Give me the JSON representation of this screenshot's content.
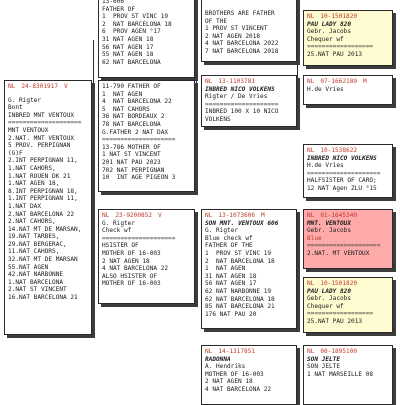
{
  "cards": {
    "top_left": {
      "lines": [
        "13-606",
        "FATHER OF",
        "1  PROV ST VINC 19",
        "2  NAT BARCELONA 18",
        "6  PROV AGEN °17",
        "31 NAT AGEN 18",
        "56 NAT AGEN 17",
        "55 NAT AGEN 18",
        "62 NAT BARCELONA"
      ]
    },
    "top_mid": {
      "lines": [
        "BROTHERS ARE FATHER",
        "OF THE",
        "1 PROV ST VINCENT",
        "2 NAT AGEN 2018",
        "4 NAT BARCELONA 2022",
        "7 NAT BARCELONA 2018"
      ]
    },
    "top_right": {
      "prefix": "NL",
      "ring": "10-1501820",
      "sex": "",
      "name": "PAU LADY 820",
      "lines": [
        "Gebr. Jacobs",
        "Chequer wf"
      ],
      "sep": "==================",
      "results": [
        "25.NAT PAU 2013"
      ]
    },
    "sire_left": {
      "prefix": "NL",
      "ring": "24-8301917",
      "sex": "V",
      "lines": [
        "G. Rigter",
        "Bont",
        "INBRED MNT VENTOUX"
      ],
      "sep": "====================",
      "results": [
        "MNT VENTOUX",
        "2.NAT. MNT VENTOUX",
        "5 PROV. PERPIGNAN",
        "",
        "(G)F",
        "2.INT PERPIGNAN 11,",
        "1.NAT CAHORS,",
        "1.NAT ROUEN DK 21",
        "1.NAT AGEN 18,",
        "8.INT PERPIGNAN 18,",
        "1.INT PERPIGNAN 11,",
        "1.NAT DAX",
        "2.NAT BARCELONA 22",
        "2.NAT CAHORS,",
        "14.NAT MT DE MARSAN,",
        "19.NAT TARBES,",
        "29.NAT BERGERAC,",
        "11.NAT CAHORS,",
        "32.NAT MT DE MARSAN",
        "55.NAT AGEN",
        "42.NAT NARBONNE",
        "1.NAT BARCELONA",
        "2.NAT ST VINCENT",
        "16.NAT BARCELONA 21"
      ]
    },
    "mid_left_upper": {
      "lines": [
        "11-790 FATHER OF",
        "1  NAT AGEN",
        "4  NAT BARCELONA 22",
        "5  NAT CAHORS",
        "36 NAT BORDEAUX 2",
        "78 NAT BARCELONA",
        "G.FATHER 2 NAT DAX"
      ],
      "sep": "====================",
      "results": [
        "13-786 MOTHER OF",
        "1 NAT ST VINCENT",
        "201 NAT PAU 2023",
        "702 NAT PERPIGNAN",
        "10  INT AGE PIGEON 3"
      ]
    },
    "mid_center": {
      "prefix": "NL",
      "ring": "13-1103781",
      "sex": "",
      "name": "INBRED NICO VOLKENS",
      "lines": [
        "Rigter / De Vries"
      ],
      "sep": "====================",
      "results": [
        "INBRED 100 X 10 NICO",
        "VOLKENS"
      ]
    },
    "mid_right_a": {
      "prefix": "NL",
      "ring": "07-1662189",
      "sex": "M",
      "lines": [
        "",
        "H.de Vries"
      ]
    },
    "mid_right_b": {
      "prefix": "NL",
      "ring": "10-1538622",
      "sex": "",
      "name": "INBRED NICO VOLKENS",
      "lines": [
        "H.de Vries"
      ],
      "sep": "====================",
      "results": [
        "HALFSISTER OF CARO;",
        "12 NAT Agen ZLU °15"
      ]
    },
    "dam_left": {
      "prefix": "NL",
      "ring": "23-9200852",
      "sex": "V",
      "lines": [
        "",
        "G. Rigter",
        "Check wf"
      ],
      "sep": "====================",
      "results": [
        "HSISTER OF",
        "MOTHER OF 16-003",
        "2 NAT AGEN 18",
        "4 NAT BARCELONA 22",
        "",
        "ALSO HSISTER OF",
        "MOTHER OF 16-003"
      ]
    },
    "mid_sire_b": {
      "prefix": "NL",
      "ring": "13-1073606",
      "sex": "M",
      "name": "SON MNT. VENTOUX 606",
      "lines": [
        "G. Rigter",
        "Blue check wf",
        "FATHER OF THE",
        "1  PROV ST VINC 19",
        "2  NAT BARCELONA 18",
        "1  NAT AGEN",
        "31 NAT AGEN 18",
        "56 NAT AGEN 17",
        "62 NAT NARBONNE 19",
        "62 NAT BARCELONA 18",
        "85 NAT BARCELONA 21",
        "176 NAT PAU 20"
      ]
    },
    "right_pink": {
      "prefix": "NL",
      "ring": "01-1645340",
      "sex": "",
      "name": "MNT. VENTOUX",
      "lines": [
        "Gebr. Jacobs",
        "Blue"
      ],
      "sep": "====================",
      "results": [
        "2.NAT. MT VENTOUX"
      ]
    },
    "right_yellow": {
      "prefix": "NL",
      "ring": "10-1501820",
      "sex": "",
      "name": "PAU LADY 820",
      "lines": [
        "Gebr. Jacobs",
        "Chequer wf"
      ],
      "sep": "==================",
      "results": [
        "25.NAT PAU 2013"
      ]
    },
    "bottom_mid": {
      "prefix": "NL",
      "ring": "14-1317851",
      "sex": "",
      "name": "RADONNA",
      "lines": [
        "A. Hendriks",
        "",
        "MOTHER OF 16-003",
        "2 NAT AGEN 18",
        "4 NAT BARCELONA 22"
      ]
    },
    "bottom_right": {
      "prefix": "NL",
      "ring": "08-1895100",
      "sex": "",
      "name": "SON JELTE",
      "lines": [
        "",
        "SON JELTE",
        "1 NAT MARSEILLE 08"
      ]
    }
  }
}
